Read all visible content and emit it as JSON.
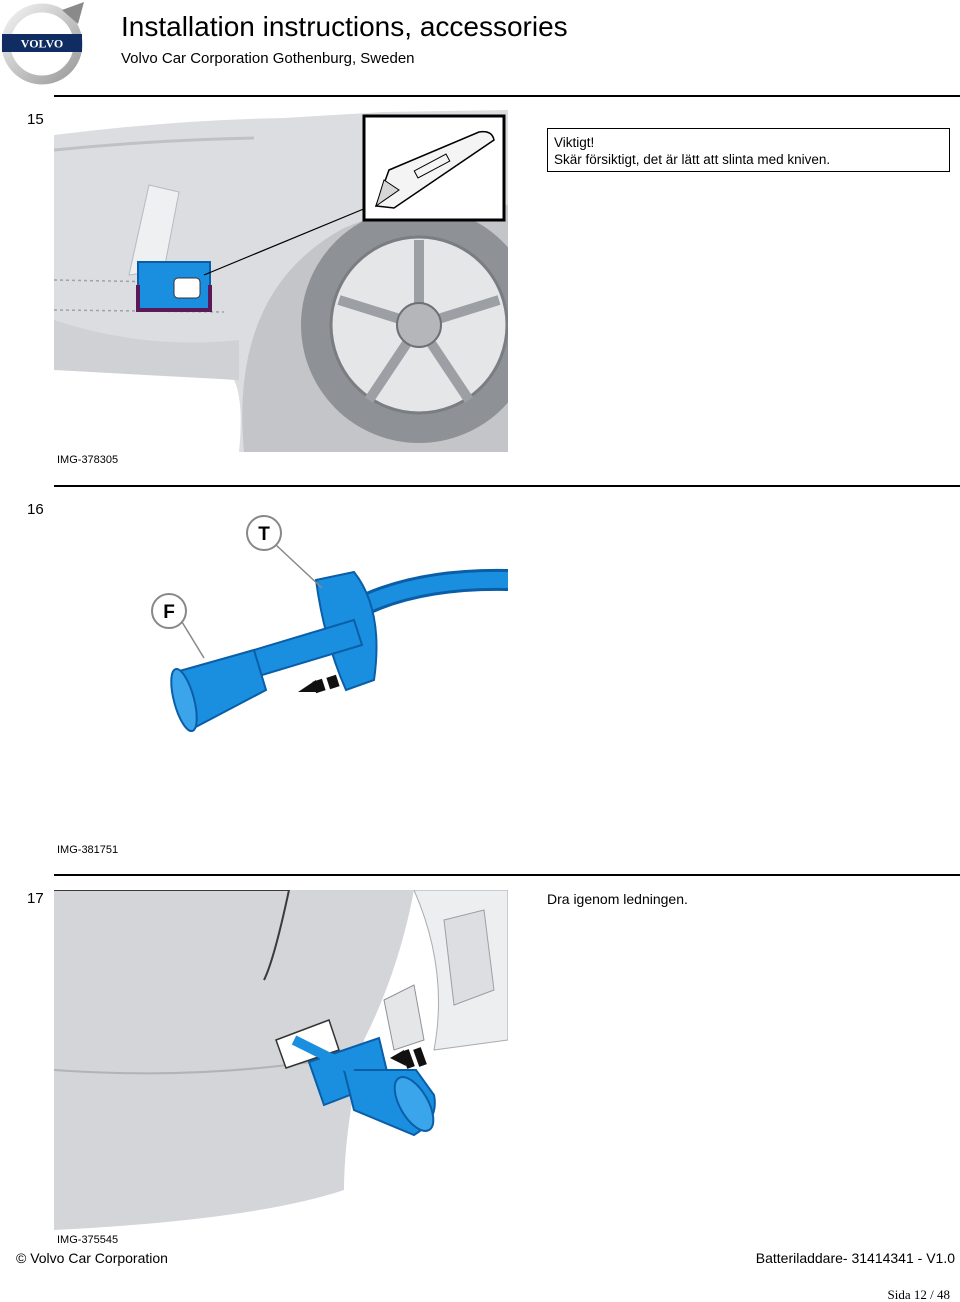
{
  "header": {
    "title": "Installation instructions, accessories",
    "subtitle": "Volvo Car Corporation Gothenburg, Sweden",
    "logo_text": "VOLVO"
  },
  "steps": [
    {
      "number": "15",
      "image_id": "IMG-378305",
      "note_title": "Viktigt!",
      "note_text": "Skär försiktigt, det är lätt att slinta med kniven."
    },
    {
      "number": "16",
      "image_id": "IMG-381751",
      "callouts": [
        "T",
        "F"
      ]
    },
    {
      "number": "17",
      "image_id": "IMG-375545",
      "text": "Dra igenom ledningen."
    }
  ],
  "footer": {
    "copyright": "© Volvo Car Corporation",
    "document": "Batteriladdare- 31414341 - V1.0",
    "page": "Sida 12 / 48"
  },
  "colors": {
    "accent_blue": "#1b8fdf",
    "dark_blue": "#0a5ea8",
    "car_grey": "#d9dadc"
  }
}
